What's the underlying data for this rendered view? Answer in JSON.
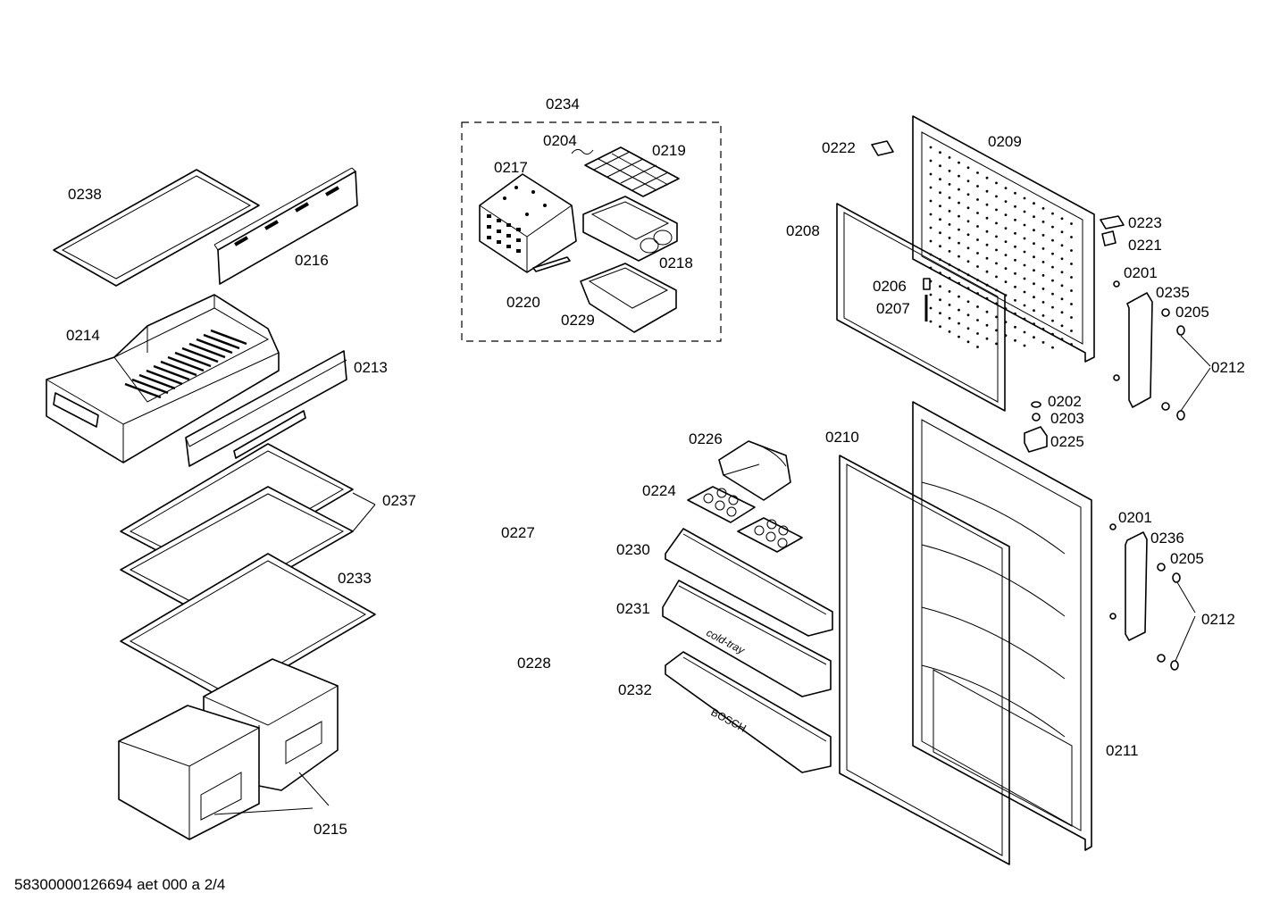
{
  "labels": {
    "p0234": "0234",
    "p0204": "0204",
    "p0219": "0219",
    "p0217": "0217",
    "p0218": "0218",
    "p0220": "0220",
    "p0229": "0229",
    "p0238": "0238",
    "p0216": "0216",
    "p0214": "0214",
    "p0213": "0213",
    "p0237": "0237",
    "p0233": "0233",
    "p0227": "0227",
    "p0228": "0228",
    "p0215": "0215",
    "p0222": "0222",
    "p0209": "0209",
    "p0223": "0223",
    "p0221": "0221",
    "p0208": "0208",
    "p0201a": "0201",
    "p0235": "0235",
    "p0205a": "0205",
    "p0206": "0206",
    "p0207": "0207",
    "p0212a": "0212",
    "p0202": "0202",
    "p0203": "0203",
    "p0225": "0225",
    "p0226": "0226",
    "p0210": "0210",
    "p0224": "0224",
    "p0201b": "0201",
    "p0236": "0236",
    "p0205b": "0205",
    "p0230": "0230",
    "p0212b": "0212",
    "p0231": "0231",
    "p0232": "0232",
    "p0211": "0211"
  },
  "imprints": {
    "cold_tray": "cold-tray",
    "bosch": "BOSCH"
  },
  "footer": "58300000126694 aet 000 a 2/4"
}
